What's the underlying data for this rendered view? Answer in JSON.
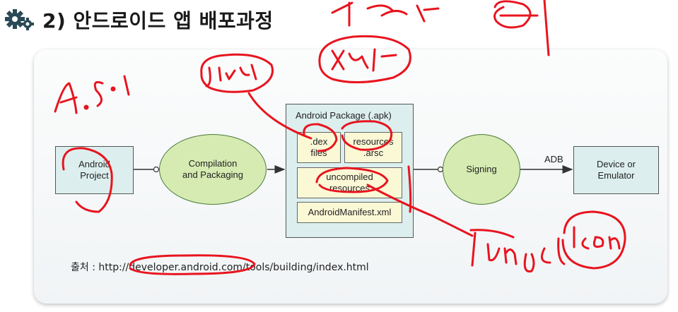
{
  "header": {
    "title": "2) 안드로이드 앱 배포과정"
  },
  "diagram": {
    "nodes": {
      "android_project": "Android\nProject",
      "compilation": "Compilation\nand Packaging",
      "apk_title": "Android Package (.apk)",
      "dex": ".dex\nfiles",
      "resources_arsc": "resources\n.arsc",
      "uncompiled": "uncompiled\nresources",
      "manifest": "AndroidManifest.xml",
      "signing": "Signing",
      "device": "Device or\nEmulator"
    },
    "edge_labels": {
      "adb": "ADB"
    }
  },
  "caption": "출처 : http://developer.android.com/tools/building/index.html",
  "handwriting": {
    "color": "#e8141e"
  }
}
